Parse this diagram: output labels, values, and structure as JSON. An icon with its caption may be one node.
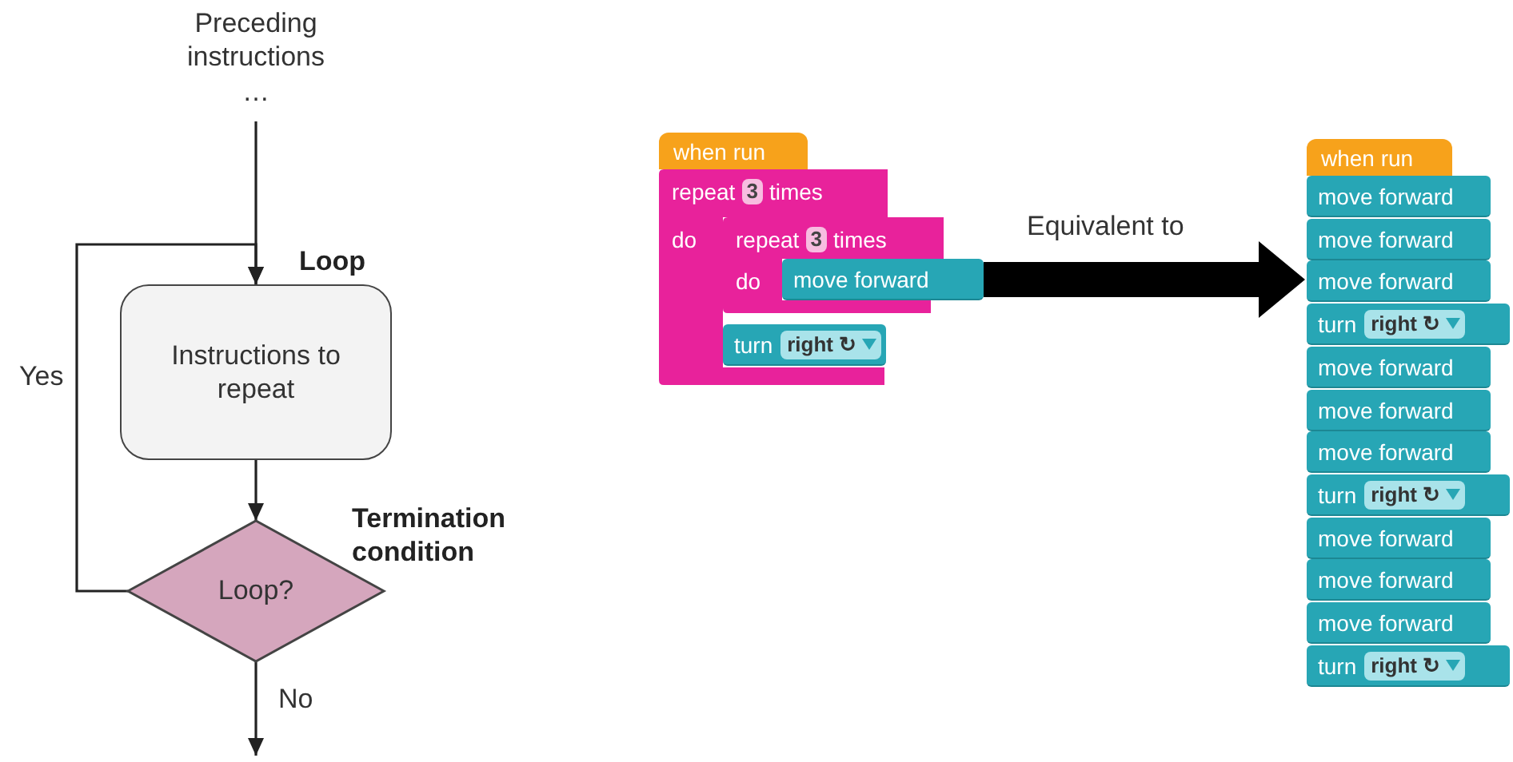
{
  "diagram": {
    "nodes": [
      {
        "text": [
          "Preceding instructions",
          "…"
        ]
      },
      {
        "text": [
          "Instructions to repeat"
        ],
        "beside": [
          "Loop"
        ]
      },
      {
        "text": [
          "Loop?"
        ],
        "beside": [
          "Termination condition"
        ]
      },
      {
        "text": [
          "when run"
        ]
      },
      {
        "text": [
          "repeat",
          "3",
          "times",
          "do"
        ]
      },
      {
        "text": [
          "repeat",
          "3",
          "times",
          "do"
        ]
      },
      {
        "text": [
          "move forward"
        ]
      },
      {
        "text": [
          "turn",
          "right ↻"
        ],
        "in": 4
      },
      {
        "text": [
          "when run"
        ]
      },
      {
        "text": [
          "move forward"
        ]
      },
      {
        "text": [
          "move forward"
        ]
      },
      {
        "text": [
          "move forward"
        ]
      },
      {
        "text": [
          "turn",
          "right ↻"
        ]
      },
      {
        "text": [
          "move forward"
        ]
      },
      {
        "text": [
          "move forward"
        ]
      },
      {
        "text": [
          "move forward"
        ]
      },
      {
        "text": [
          "turn",
          "right ↻"
        ]
      },
      {
        "text": [
          "move forward"
        ]
      },
      {
        "text": [
          "move forward"
        ]
      },
      {
        "text": [
          "move forward"
        ]
      },
      {
        "text": [
          "turn",
          "right ↻"
        ]
      }
    ],
    "edges": [
      {
        "from": 0,
        "to": 1,
        "arrow": "to"
      },
      {
        "from": 1,
        "to": 2,
        "arrow": "to"
      },
      {
        "from": 2,
        "to": 1,
        "arrow": "to",
        "label": "Yes"
      },
      {
        "from": 2,
        "to": null,
        "arrow": "to",
        "label": "No"
      },
      {
        "from": 6,
        "to": 11,
        "arrow": "to",
        "label": "Equivalent to",
        "style": "thick"
      }
    ]
  }
}
